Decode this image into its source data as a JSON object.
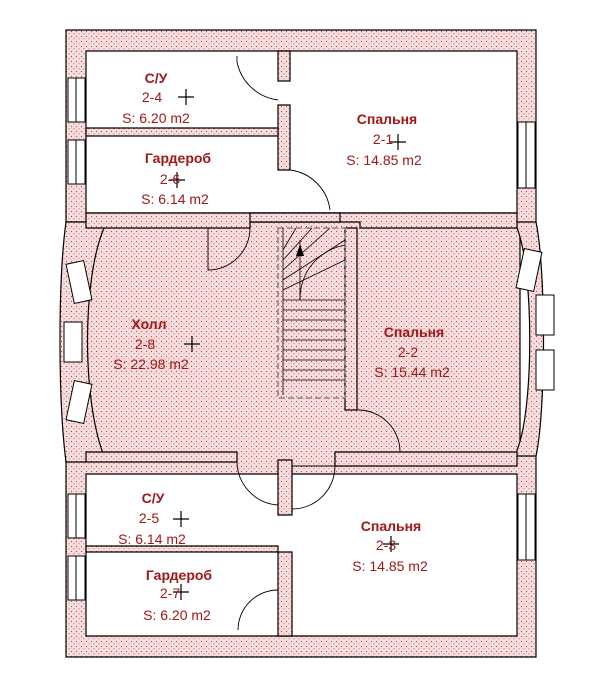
{
  "rooms": [
    {
      "id": "r24",
      "name": "С/У",
      "number": "2-4",
      "area": "S: 6.20 m2"
    },
    {
      "id": "r26",
      "name": "Гардероб",
      "number": "2-6",
      "area": "S: 6.14 m2"
    },
    {
      "id": "r21",
      "name": "Спальня",
      "number": "2-1",
      "area": "S: 14.85 m2"
    },
    {
      "id": "r28",
      "name": "Холл",
      "number": "2-8",
      "area": "S: 22.98 m2"
    },
    {
      "id": "r22",
      "name": "Спальня",
      "number": "2-2",
      "area": "S: 15.44 m2"
    },
    {
      "id": "r25",
      "name": "С/У",
      "number": "2-5",
      "area": "S: 6.14 m2"
    },
    {
      "id": "r27",
      "name": "Гардероб",
      "number": "2-7",
      "area": "S: 6.20 m2"
    },
    {
      "id": "r23",
      "name": "Спальня",
      "number": "2-3",
      "area": "S: 14.85 m2"
    }
  ],
  "colors": {
    "wall_fill": "#f7dede",
    "wall_dot": "#c04040",
    "label": "#a01818",
    "stair_outline": "#888888"
  }
}
